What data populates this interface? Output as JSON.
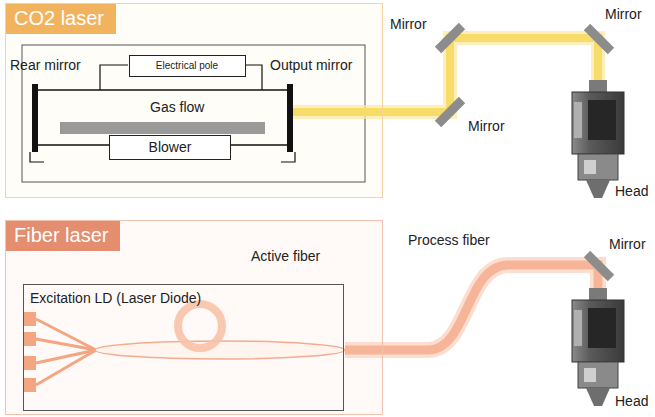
{
  "diagram": {
    "nodes": [
      {
        "text": [
          "CO2 laser"
        ]
      },
      {
        "text": [
          "Electrical pole"
        ],
        "in": 0
      },
      {
        "text": [
          "Blower"
        ],
        "in": 0
      },
      {
        "text": [
          "Fiber laser"
        ]
      },
      {
        "text": [
          "Excitation LD (Laser Diode)"
        ],
        "in": 3
      }
    ],
    "labels": [
      "Rear mirror",
      "Output mirror",
      "Gas flow",
      "Mirror",
      "Mirror",
      "Mirror",
      "Head",
      "Process fiber",
      "Active fiber",
      "Mirror",
      "Head"
    ]
  }
}
